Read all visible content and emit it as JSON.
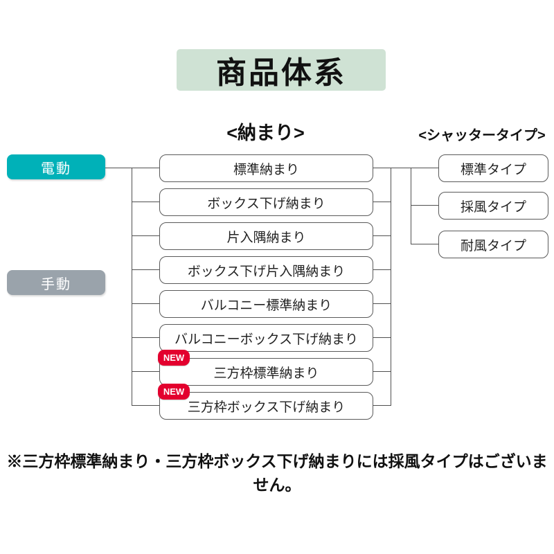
{
  "page": {
    "title": "商品体系",
    "note": "※三方枠標準納まり・三方枠ボックス下げ納まりには採風タイプはございません。"
  },
  "headers": {
    "nakamari": "<納まり>",
    "shutter": "<シャッタータイプ>"
  },
  "drive": {
    "dendo_label": "電動",
    "shudo_label": "手動"
  },
  "nakamari": {
    "new_badge": "NEW",
    "items": [
      {
        "label": "標準納まり",
        "new": false
      },
      {
        "label": "ボックス下げ納まり",
        "new": false
      },
      {
        "label": "片入隅納まり",
        "new": false
      },
      {
        "label": "ボックス下げ片入隅納まり",
        "new": false
      },
      {
        "label": "バルコニー標準納まり",
        "new": false
      },
      {
        "label": "バルコニーボックス下げ納まり",
        "new": false
      },
      {
        "label": "三方枠標準納まり",
        "new": true
      },
      {
        "label": "三方枠ボックス下げ納まり",
        "new": true
      }
    ]
  },
  "shutter_types": {
    "items": [
      {
        "label": "標準タイプ"
      },
      {
        "label": "採風タイプ"
      },
      {
        "label": "耐風タイプ"
      }
    ]
  },
  "colors": {
    "title_bg": "#cfe2d4",
    "dendo_bg": "#00b1b8",
    "shudo_bg": "#9aa3ab",
    "new_badge_bg": "#e3002e",
    "line": "#4f4f4f"
  }
}
